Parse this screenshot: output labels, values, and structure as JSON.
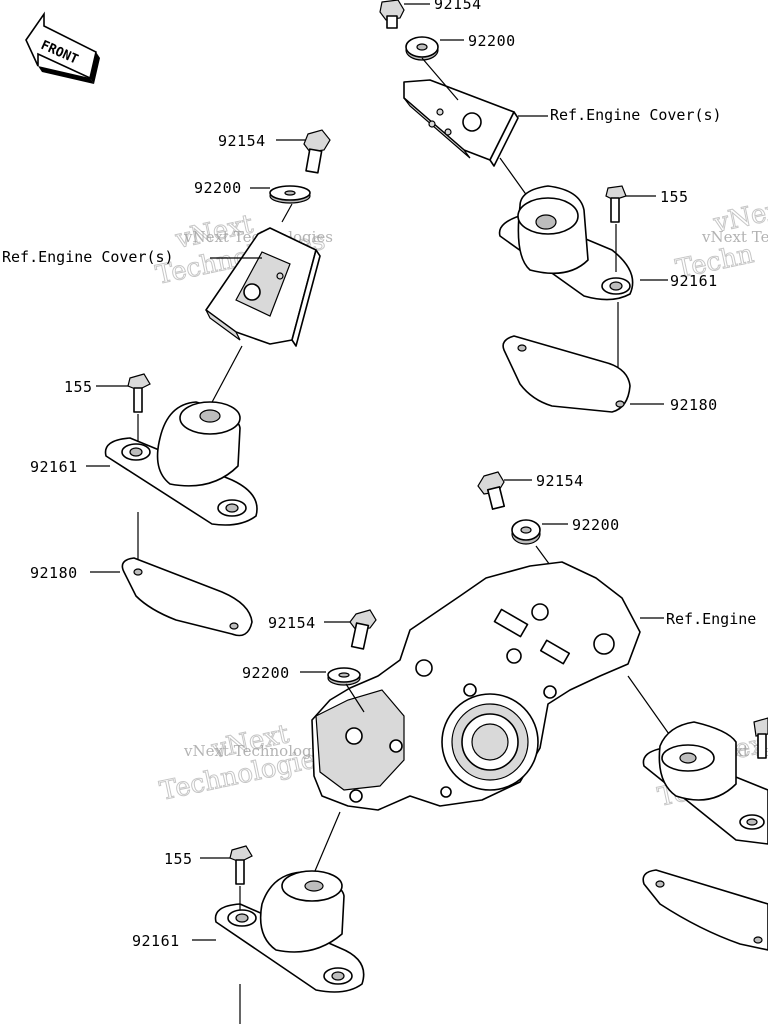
{
  "front_arrow": {
    "label": "FRONT"
  },
  "labels": {
    "top_bolt": "92154",
    "top_washer": "92200",
    "top_ref": "Ref.Engine Cover(s)",
    "top_small_bolt": "155",
    "top_mount": "92161",
    "top_plate": "92180",
    "left_bolt": "92154",
    "left_washer": "92200",
    "left_ref": "Ref.Engine Cover(s)",
    "left_small_bolt": "155",
    "left_mount": "92161",
    "left_plate": "92180",
    "mid_bolt": "92154",
    "mid_washer": "92200",
    "mid_ref": "Ref.Engine",
    "center_bolt": "92154",
    "center_washer": "92200",
    "bottom_small_bolt": "155",
    "bottom_mount": "92161"
  },
  "watermarks": {
    "brand": "vNext Technologies",
    "outline_line1": "vNext",
    "outline_line2": "Technologies",
    "partial_brand": "vNext Te",
    "partial_outline_1": "vNex",
    "partial_outline_2": "Techn"
  }
}
